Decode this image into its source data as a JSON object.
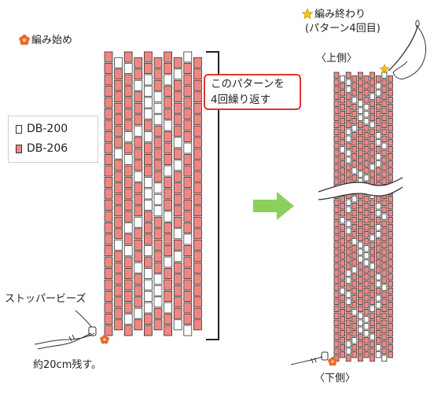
{
  "labels": {
    "start": "編み始め",
    "end_line1": "編み終わり",
    "end_line2": "(パターン4回目)",
    "top_side": "〈上側〉",
    "bottom_side": "〈下側〉",
    "stopper_bead": "ストッパービーズ",
    "leave_length": "約20cm残す。"
  },
  "callout": {
    "line1": "このパターンを",
    "line2": "4回繰り返す"
  },
  "legend": [
    {
      "code": "DB-200",
      "color": "#ffffff"
    },
    {
      "code": "DB-206",
      "color": "#f08a86"
    }
  ],
  "colors": {
    "bead_pink": "#ee8782",
    "bead_white": "#ffffff",
    "arrow_green": "#8ccf5a",
    "flower_orange": "#ea6a2a",
    "star_yellow": "#f2c21b",
    "callout_red": "#e0352b"
  },
  "icons": {
    "start_marker": "flower-icon",
    "end_marker": "star-icon",
    "direction": "arrow-right-icon",
    "needle": "needle-icon"
  }
}
